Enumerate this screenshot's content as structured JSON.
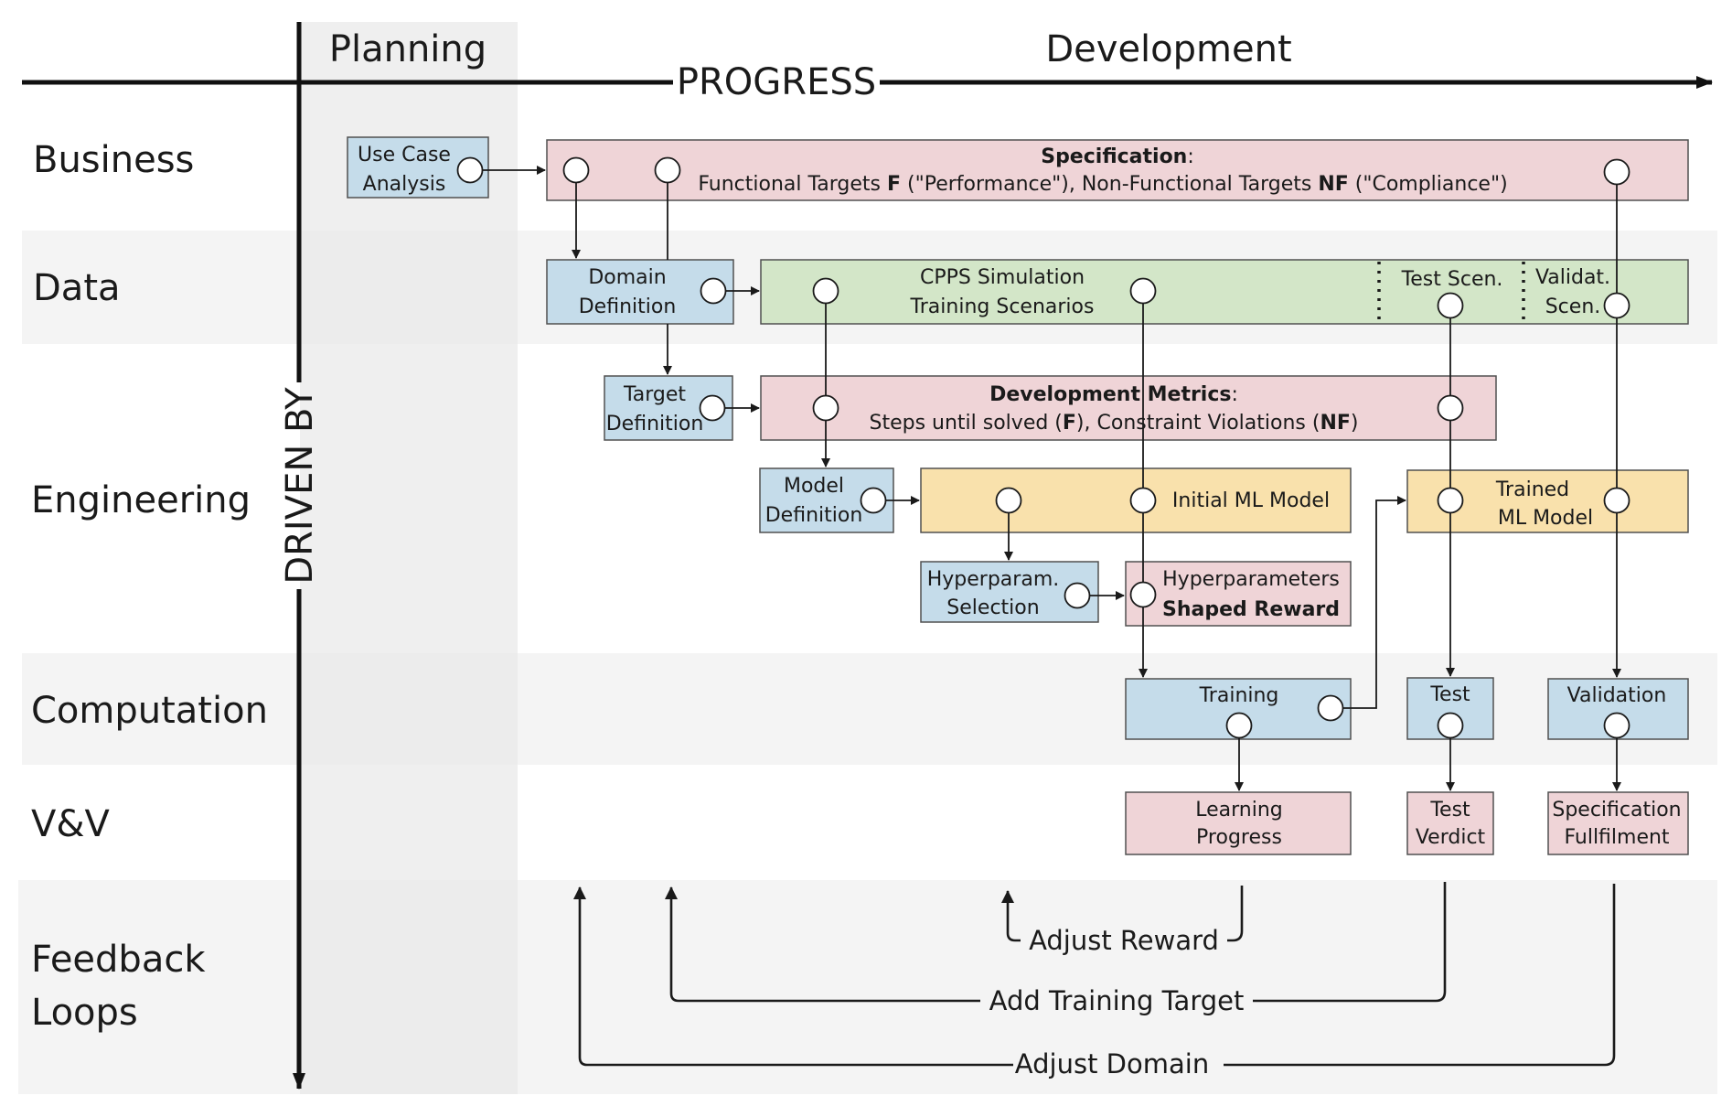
{
  "header": {
    "planning": "Planning",
    "development": "Development",
    "progress": "PROGRESS",
    "driven_by": "DRIVEN BY"
  },
  "lanes": {
    "business": "Business",
    "data": "Data",
    "engineering": "Engineering",
    "computation": "Computation",
    "vv": "V&V",
    "feedback_1": "Feedback",
    "feedback_2": "Loops"
  },
  "boxes": {
    "use_case": [
      "Use Case",
      "Analysis"
    ],
    "spec_title": "Specification",
    "spec_colon": ":",
    "spec_line2": {
      "p1": "Functional Targets ",
      "b1": "F",
      "p2": " (\"Performance\"), Non-Functional Targets ",
      "b2": "NF",
      "p3": " (\"Compliance\")"
    },
    "domain_def": [
      "Domain",
      "Definition"
    ],
    "cpps": [
      "CPPS Simulation",
      "Training Scenarios"
    ],
    "test_scen": "Test Scen.",
    "validat_scen": [
      "Validat.",
      "Scen."
    ],
    "target_def": [
      "Target",
      "Definition"
    ],
    "dev_metrics_title": "Development Metrics",
    "dev_metrics_colon": ":",
    "dev_metrics_line2": {
      "p1": "Steps until solved (",
      "b1": "F",
      "p2": "), Constraint Violations (",
      "b2": "NF",
      "p3": ")"
    },
    "model_def": [
      "Model",
      "Definition"
    ],
    "initial_ml": "Initial ML Model",
    "trained_ml": [
      "Trained",
      "ML Model"
    ],
    "hyper_sel": [
      "Hyperparam.",
      "Selection"
    ],
    "hyperparams": "Hyperparameters",
    "shaped_reward": "Shaped Reward",
    "training": "Training",
    "test": "Test",
    "validation": "Validation",
    "learning_progress": [
      "Learning",
      "Progress"
    ],
    "test_verdict": [
      "Test",
      "Verdict"
    ],
    "spec_fulfilment": [
      "Specification",
      "Fullfilment"
    ]
  },
  "loops": {
    "adjust_reward": "Adjust Reward",
    "add_training_target": "Add Training Target",
    "adjust_domain": "Adjust Domain"
  },
  "colors": {
    "process_blue": "#c5dcea",
    "metric_pink": "#efd4d7",
    "data_green": "#d3e6c8",
    "model_yellow": "#f9e1ac",
    "band_gray": "#f4f4f4",
    "planning_gray": "#efefef"
  }
}
